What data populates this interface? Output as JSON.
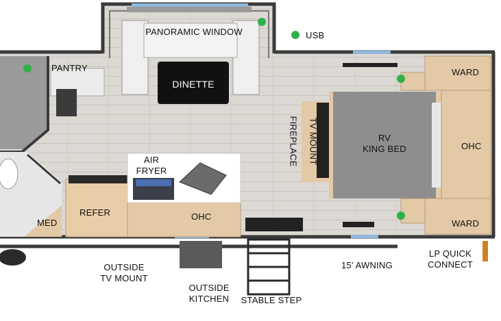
{
  "labels": {
    "panoramic_window": "PANORAMIC WINDOW",
    "usb": "USB",
    "pantry": "PANTRY",
    "dinette": "DINETTE",
    "ward_top": "WARD",
    "ward_bottom": "WARD",
    "fireplace": "FIREPLACE",
    "tv_mount": "TV MOUNT",
    "rv_king_bed": [
      "RV",
      "KING BED"
    ],
    "ohc_right": "OHC",
    "air_fryer": [
      "AIR",
      "FRYER"
    ],
    "refer": "REFER",
    "med": "MED",
    "ohc_kitchen": "OHC",
    "outside_tv_mount": [
      "OUTSIDE",
      "TV MOUNT"
    ],
    "outside_kitchen": [
      "OUTSIDE",
      "KITCHEN"
    ],
    "stable_step": "STABLE STEP",
    "awning": "15' AWNING",
    "lp_quick_connect": [
      "LP QUICK",
      "CONNECT"
    ]
  },
  "colors": {
    "floor": "#d9d6d2",
    "wood": "#e3c9a6",
    "bed": "#8e8e8e",
    "wall": "#3a3a3a",
    "usb_dot": "#2fb14a",
    "window_blue": "#8fb8dc"
  }
}
